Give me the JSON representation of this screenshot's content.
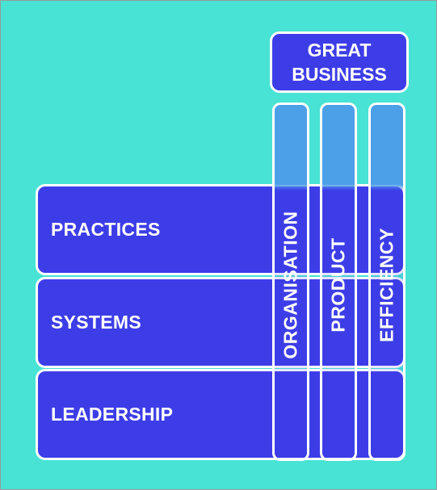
{
  "header": {
    "title_line1": "GREAT",
    "title_line2": "BUSINESS"
  },
  "rows": [
    {
      "label": "PRACTICES"
    },
    {
      "label": "SYSTEMS"
    },
    {
      "label": "LEADERSHIP"
    }
  ],
  "columns": [
    {
      "label": "ORGANISATION"
    },
    {
      "label": "PRODUCT"
    },
    {
      "label": "EFFICIENCY"
    }
  ],
  "colors": {
    "background": "#48e3d4",
    "box_fill": "#3d3de8",
    "column_top": "#4ca0e8",
    "stroke": "#ffffff"
  }
}
